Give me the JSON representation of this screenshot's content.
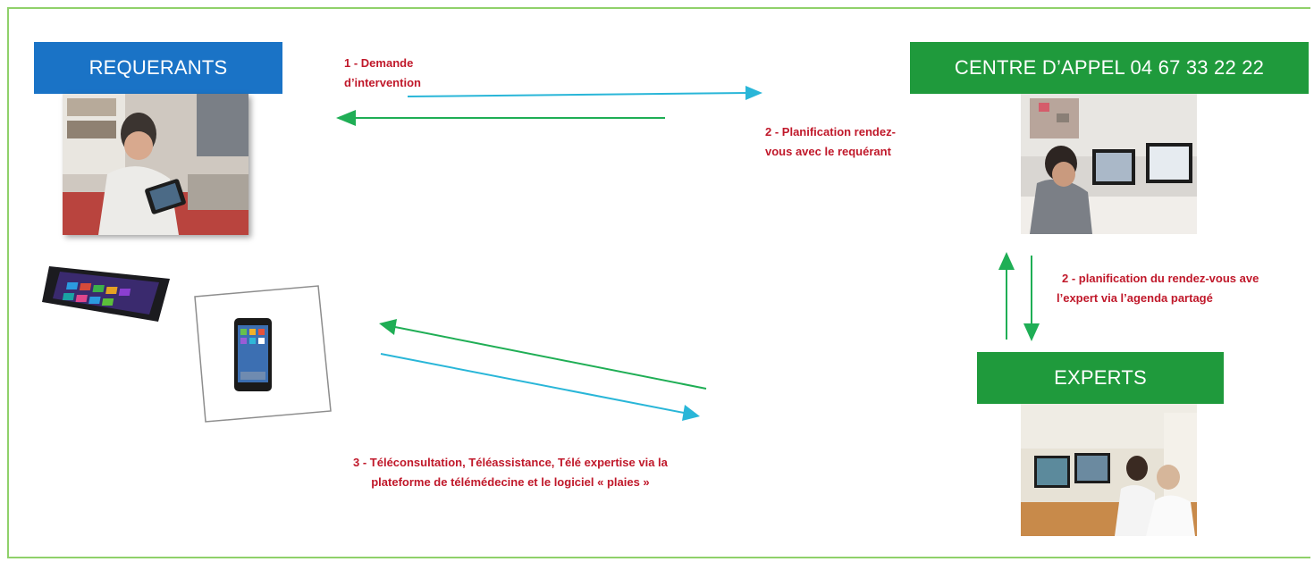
{
  "boxes": {
    "requerants": "REQUERANTS",
    "centre": "CENTRE D’APPEL 04 67 33 22 22",
    "experts": "EXPERTS"
  },
  "steps": {
    "step1_line1": "1 - Demande",
    "step1_line2": "d’intervention",
    "step2a_line1": "2 - Planification rendez-",
    "step2a_line2": "vous avec le requérant",
    "step2b_line1": "2 - planification du rendez-vous ave",
    "step2b_line2": "l’expert via l’agenda partagé",
    "step3_line1": "3 - Téléconsultation, Téléassistance, Télé expertise  via la",
    "step3_line2": "plateforme de télémédecine et le logiciel « plaies »"
  },
  "colors": {
    "blue_box": "#1a73c6",
    "green_box": "#1f9a3c",
    "red_text": "#c0182a",
    "arrow_cyan": "#29b6d8",
    "arrow_green": "#1fae55",
    "frame": "#8fd16a"
  }
}
